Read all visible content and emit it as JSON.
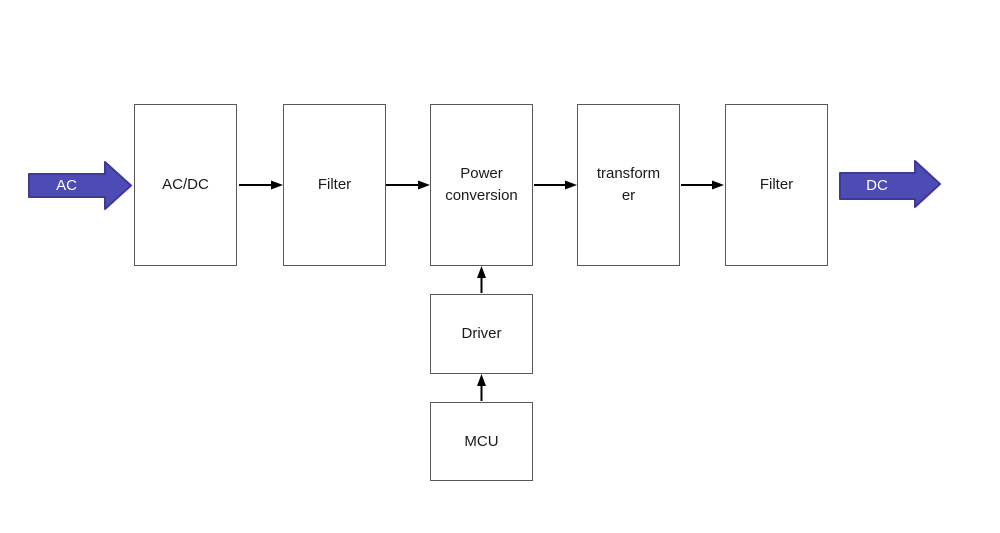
{
  "colors": {
    "background": "#ffffff",
    "box_border": "#595959",
    "connector": "#000000",
    "text": "#1a1a1a",
    "arrow_fill": "#4d4bb4",
    "arrow_stroke": "#3c3a96"
  },
  "io": {
    "input_label": "AC",
    "output_label": "DC"
  },
  "blocks": {
    "acdc": {
      "label": "AC/DC"
    },
    "filter1": {
      "label": "Filter"
    },
    "power_conversion": {
      "label": "Power conversion"
    },
    "transformer": {
      "lines": [
        "transform",
        "er"
      ]
    },
    "filter2": {
      "label": "Filter"
    },
    "driver": {
      "label": "Driver"
    },
    "mcu": {
      "label": "MCU"
    }
  }
}
